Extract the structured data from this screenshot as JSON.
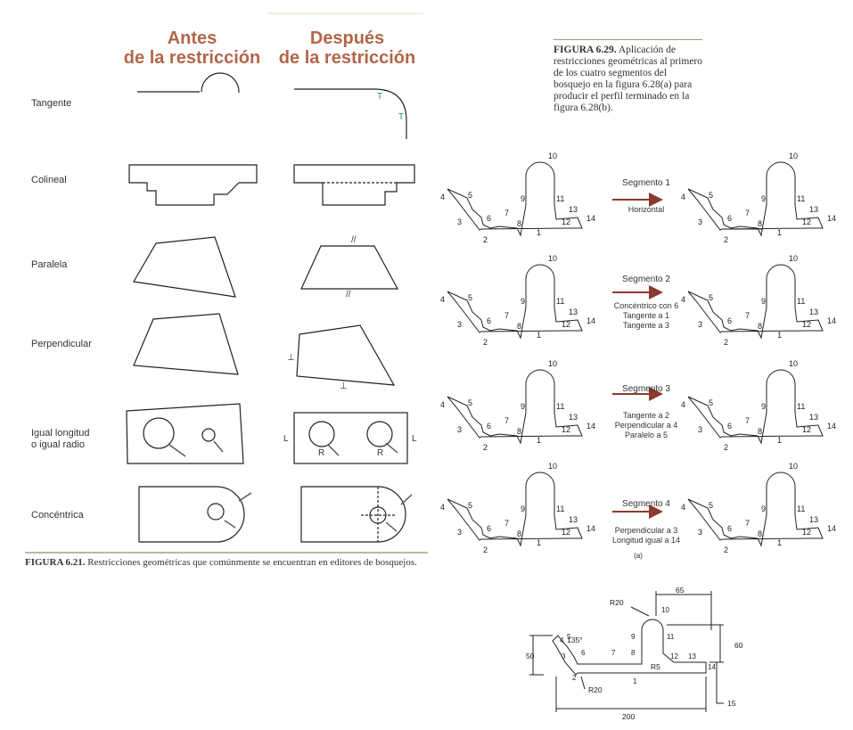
{
  "left": {
    "header_before": [
      "Antes",
      "de la restricción"
    ],
    "header_after": [
      "Después",
      "de la restricción"
    ],
    "rows": [
      {
        "label": [
          "Tangente"
        ]
      },
      {
        "label": [
          "Colineal"
        ]
      },
      {
        "label": [
          "Paralela"
        ]
      },
      {
        "label": [
          "Perpendicular"
        ]
      },
      {
        "label": [
          "Igual longitud",
          "o igual radio"
        ]
      },
      {
        "label": [
          "Concéntrica"
        ]
      }
    ],
    "marks": {
      "tangent": "T",
      "length": "L",
      "radius": "R",
      "parallel": "//",
      "perp": "⊥"
    },
    "caption_bold": "FIGURA 6.21.",
    "caption_text": " Restricciones geométricas que comúnmente se encuentran en editores de bosquejos."
  },
  "right": {
    "caption_bold": "FIGURA 6.29.",
    "caption_text": " Aplicación de restricciones geométricas al primero de los cuatro segmentos del bosquejo en la figura 6.28(a) para producir el perfil terminado en la figura 6.28(b).",
    "steps": [
      {
        "title": "Segmento 1",
        "lines": [
          "Horizontal"
        ]
      },
      {
        "title": "Segmento 2",
        "lines": [
          "Concéntrico con 6",
          "Tangente a 1",
          "Tangente a 3"
        ]
      },
      {
        "title": "Segmento 3",
        "lines": [
          "Tangente a 2",
          "Perpendicular a 4",
          "Paralelo a 5"
        ]
      },
      {
        "title": "Segmento 4",
        "lines": [
          "Perpendicular a 3",
          "Longitud igual a 14"
        ]
      }
    ],
    "numbers": [
      "1",
      "2",
      "3",
      "4",
      "5",
      "6",
      "7",
      "8",
      "9",
      "10",
      "11",
      "12",
      "13",
      "14"
    ],
    "sub_label": "(a)",
    "dims": {
      "d65": "65",
      "r20top": "R20",
      "d60": "60",
      "d50": "50",
      "a135": "135°",
      "r5": "R5",
      "r20low": "R20",
      "d200": "200",
      "d15": "15"
    }
  },
  "colors": {
    "header": "#b2664a",
    "arrow": "#8b3a2e",
    "line": "#222222",
    "tmark": "#2e8b8b"
  }
}
